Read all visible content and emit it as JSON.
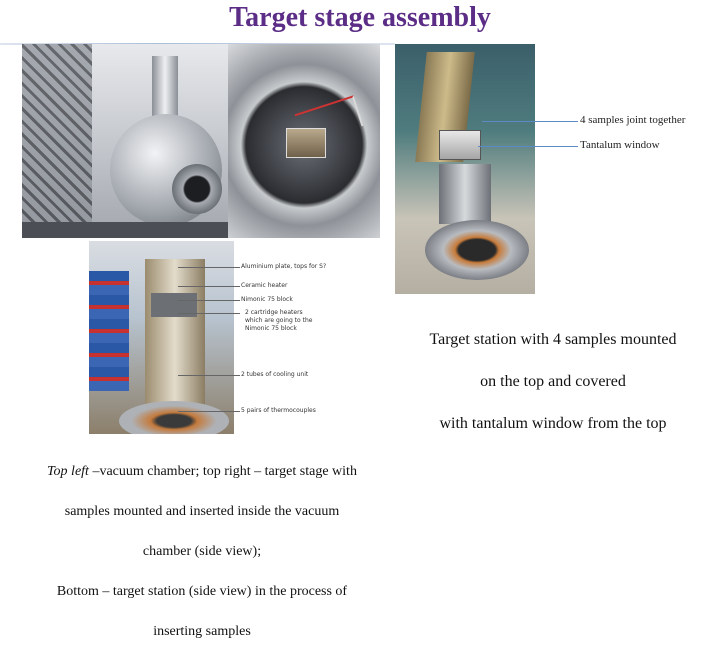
{
  "slide": {
    "title": "Target stage assembly"
  },
  "photo_side_labels": [
    "Aluminium plate, tops for S?",
    "Ceramic heater",
    "Nimonic 75 block",
    "2 cartridge heaters",
    "which are going to the",
    "Nimonic 75 block",
    "2 tubes of cooling unit",
    "5 pairs of thermocouples"
  ],
  "station_annotations": {
    "samples": "4 samples joint together",
    "window": "Tantalum window"
  },
  "captions": {
    "right_line1": "Target station with 4 samples mounted",
    "right_line2": "on the top and covered",
    "right_line3": "with tantalum window from the top",
    "left_italic": "Top left",
    "left_line1_rest": " –vacuum chamber; top right – target stage with",
    "left_line2": "samples mounted  and inserted inside the vacuum",
    "left_line3": "chamber (side view);",
    "left_line4": "Bottom – target station (side view) in the process of",
    "left_line5": "inserting samples"
  },
  "colors": {
    "title": "#5b2d86",
    "annotation_line": "#5a8bc6"
  }
}
